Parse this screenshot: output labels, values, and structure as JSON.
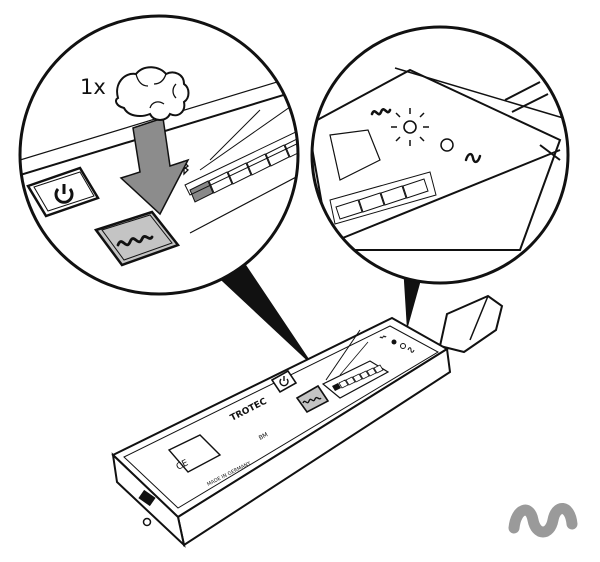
{
  "callout_left": {
    "press_count": "1x"
  },
  "device": {
    "brand": "TROTEC",
    "model": "BM",
    "ce_mark": "CE",
    "origin": "MADE IN GERMANY"
  },
  "icons": {
    "power": "power-icon",
    "signal_mode": "wave-mode-icon",
    "wave_emblem": "wave-emblem-icon",
    "hand": "hand-pressing-icon"
  },
  "colors": {
    "outline": "#111111",
    "press_arrow": "#8c8c8c",
    "button_fill": "#c4c4c4",
    "wave_emblem": "#9a9a9a"
  }
}
